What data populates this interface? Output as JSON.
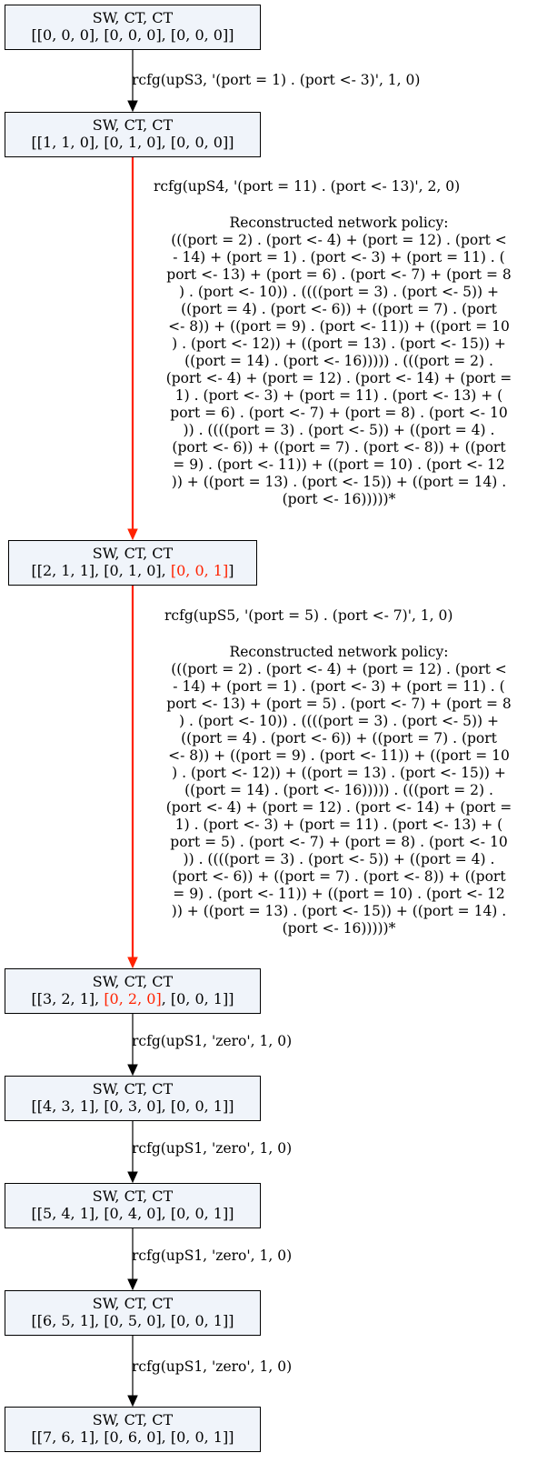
{
  "nodes": [
    {
      "title": "SW, CT, CT",
      "state": [
        {
          "t": "[[0, 0, 0], [0, 0, 0], [0, 0, 0]]",
          "red": false
        }
      ]
    },
    {
      "title": "SW, CT, CT",
      "state": [
        {
          "t": "[[1, 1, 0], [0, 1, 0], [0, 0, 0]]",
          "red": false
        }
      ]
    },
    {
      "title": "SW, CT, CT",
      "state": [
        {
          "t": "[[2, 1, 1], [0, 1, 0], ",
          "red": false
        },
        {
          "t": "[0, 0, 1]",
          "red": true
        },
        {
          "t": "]",
          "red": false
        }
      ]
    },
    {
      "title": "SW, CT, CT",
      "state": [
        {
          "t": "[[3, 2, 1], ",
          "red": false
        },
        {
          "t": "[0, 2, 0]",
          "red": true
        },
        {
          "t": ", [0, 0, 1]]",
          "red": false
        }
      ]
    },
    {
      "title": "SW, CT, CT",
      "state": [
        {
          "t": "[[4, 3, 1], [0, 3, 0], [0, 0, 1]]",
          "red": false
        }
      ]
    },
    {
      "title": "SW, CT, CT",
      "state": [
        {
          "t": "[[5, 4, 1], [0, 4, 0], [0, 0, 1]]",
          "red": false
        }
      ]
    },
    {
      "title": "SW, CT, CT",
      "state": [
        {
          "t": "[[6, 5, 1], [0, 5, 0], [0, 0, 1]]",
          "red": false
        }
      ]
    },
    {
      "title": "SW, CT, CT",
      "state": [
        {
          "t": "[[7, 6, 1], [0, 6, 0], [0, 0, 1]]",
          "red": false
        }
      ]
    }
  ],
  "edges": [
    {
      "label": "rcfg(upS3, '(port = 1) . (port <- 3)', 1, 0)",
      "highlight": false
    },
    {
      "label": "rcfg(upS4, '(port = 11) . (port <- 13)', 2, 0)",
      "highlight": true,
      "policy": "Reconstructed network policy:\n(((port = 2) . (port <- 4) + (port = 12) . (port <\n- 14) + (port = 1) . (port <- 3) + (port = 11) . (\nport <- 13) + (port = 6) . (port <- 7) + (port = 8\n) . (port <- 10)) . ((((port = 3) . (port <- 5)) +\n((port = 4) . (port <- 6)) + ((port = 7) . (port\n<- 8)) + ((port = 9) . (port <- 11)) + ((port = 10\n) . (port <- 12)) + ((port = 13) . (port <- 15)) +\n((port = 14) . (port <- 16))))) . (((port = 2) .\n(port <- 4) + (port = 12) . (port <- 14) + (port =\n1) . (port <- 3) + (port = 11) . (port <- 13) + (\nport = 6) . (port <- 7) + (port = 8) . (port <- 10\n)) . ((((port = 3) . (port <- 5)) + ((port = 4) .\n(port <- 6)) + ((port = 7) . (port <- 8)) + ((port\n= 9) . (port <- 11)) + ((port = 10) . (port <- 12\n)) + ((port = 13) . (port <- 15)) + ((port = 14) .\n(port <- 16)))))*"
    },
    {
      "label": "rcfg(upS5, '(port = 5) . (port <- 7)', 1, 0)",
      "highlight": true,
      "policy": "Reconstructed network policy:\n(((port = 2) . (port <- 4) + (port = 12) . (port <\n- 14) + (port = 1) . (port <- 3) + (port = 11) . (\nport <- 13) + (port = 5) . (port <- 7) + (port = 8\n) . (port <- 10)) . ((((port = 3) . (port <- 5)) +\n((port = 4) . (port <- 6)) + ((port = 7) . (port\n<- 8)) + ((port = 9) . (port <- 11)) + ((port = 10\n) . (port <- 12)) + ((port = 13) . (port <- 15)) +\n((port = 14) . (port <- 16))))) . (((port = 2) .\n(port <- 4) + (port = 12) . (port <- 14) + (port =\n1) . (port <- 3) + (port = 11) . (port <- 13) + (\nport = 5) . (port <- 7) + (port = 8) . (port <- 10\n)) . ((((port = 3) . (port <- 5)) + ((port = 4) .\n(port <- 6)) + ((port = 7) . (port <- 8)) + ((port\n= 9) . (port <- 11)) + ((port = 10) . (port <- 12\n)) + ((port = 13) . (port <- 15)) + ((port = 14) .\n(port <- 16)))))*"
    },
    {
      "label": "rcfg(upS1, 'zero', 1, 0)",
      "highlight": false
    },
    {
      "label": "rcfg(upS1, 'zero', 1, 0)",
      "highlight": false
    },
    {
      "label": "rcfg(upS1, 'zero', 1, 0)",
      "highlight": false
    },
    {
      "label": "rcfg(upS1, 'zero', 1, 0)",
      "highlight": false
    }
  ],
  "colors": {
    "node_fill": "#f0f4fa",
    "highlight": "#ff2200",
    "edge": "#000000"
  }
}
